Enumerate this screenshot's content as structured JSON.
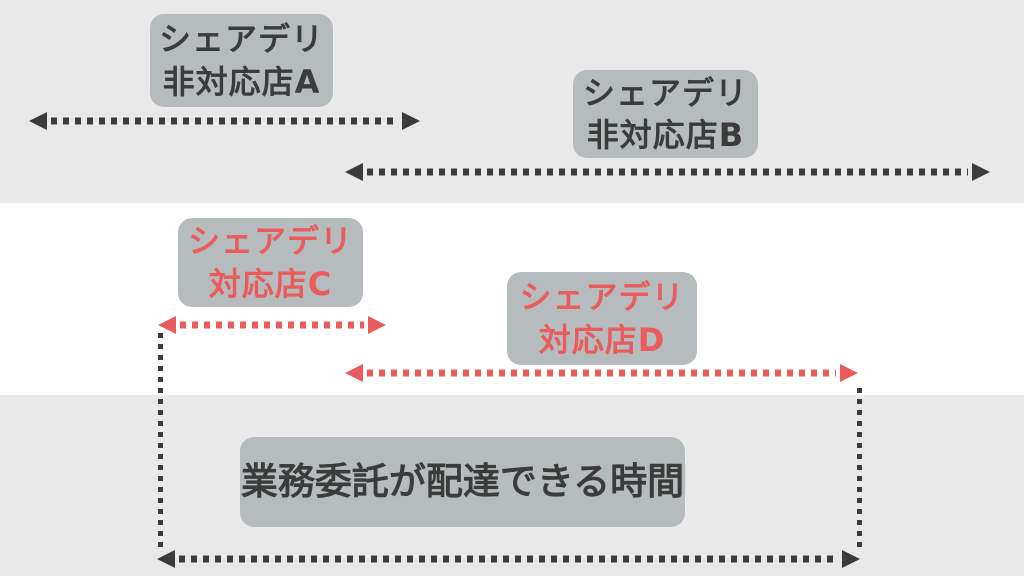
{
  "colors": {
    "band_gray": "#e9e9e9",
    "band_white": "#ffffff",
    "label_box_bg": "#b6bcbe",
    "text_dark": "#3b3b3b",
    "accent_red": "#ea5c5c"
  },
  "labels": {
    "shop_a": {
      "line1": "シェアデリ",
      "line2": "非対応店A"
    },
    "shop_b": {
      "line1": "シェアデリ",
      "line2": "非対応店B"
    },
    "shop_c": {
      "line1": "シェアデリ",
      "line2": "対応店C"
    },
    "shop_d": {
      "line1": "シェアデリ",
      "line2": "対応店D"
    },
    "delivery_window": "業務委託が配達できる時間"
  }
}
